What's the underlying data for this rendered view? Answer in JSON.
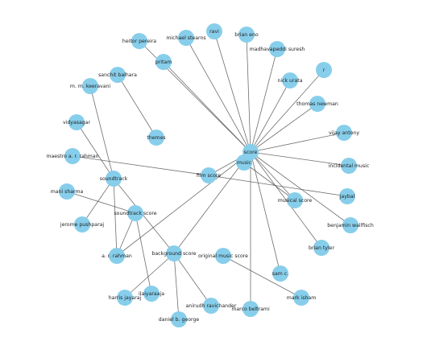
{
  "nodes": [
    {
      "id": "heitor_pereira",
      "label": "heitor pereira"
    },
    {
      "id": "michael_stearns",
      "label": "michael stearns"
    },
    {
      "id": "ravi",
      "label": "ravi"
    },
    {
      "id": "brian_eno",
      "label": "brian eno"
    },
    {
      "id": "madhavapeddi_suresh",
      "label": "madhavapeddi suresh"
    },
    {
      "id": "pritam",
      "label": "pritam"
    },
    {
      "id": "sanchit_balhara",
      "label": "sanchit balhara"
    },
    {
      "id": "nick_urata",
      "label": "nick urata"
    },
    {
      "id": "r",
      "label": "r"
    },
    {
      "id": "m_m_keeravani",
      "label": "m. m. keeravani"
    },
    {
      "id": "thomas_newman",
      "label": "thomas newman"
    },
    {
      "id": "vidyasagar",
      "label": "vidyasagar"
    },
    {
      "id": "themes",
      "label": "themes"
    },
    {
      "id": "vijay_antony",
      "label": "vijay antony"
    },
    {
      "id": "maestro_ar_rahman",
      "label": "maestro a. r. rahman"
    },
    {
      "id": "score",
      "label": "score"
    },
    {
      "id": "music",
      "label": "music"
    },
    {
      "id": "incidental_music",
      "label": "incidental music"
    },
    {
      "id": "soundtrack",
      "label": "soundtrack"
    },
    {
      "id": "film_score",
      "label": "film score"
    },
    {
      "id": "mani_sharma",
      "label": "mani sharma"
    },
    {
      "id": "jaybal",
      "label": "jaybal"
    },
    {
      "id": "musical_score",
      "label": "musical score"
    },
    {
      "id": "soundtrack_score",
      "label": "soundtrack score"
    },
    {
      "id": "benjamin_wallfisch",
      "label": "benjamin wallfisch"
    },
    {
      "id": "jerome_pushparaj",
      "label": "jerome pushparaj"
    },
    {
      "id": "brian_tyler",
      "label": "brian tyler"
    },
    {
      "id": "ar_rahman",
      "label": "a. r. rahman"
    },
    {
      "id": "background_score",
      "label": "background score"
    },
    {
      "id": "original_music_score",
      "label": "original music score"
    },
    {
      "id": "sam_c",
      "label": "sam c."
    },
    {
      "id": "harris_jayaraj",
      "label": "harris jayaraj"
    },
    {
      "id": "ilaiyaraaja",
      "label": "ilaiyaraaja"
    },
    {
      "id": "anirudh_ravichander",
      "label": "anirudh ravichander"
    },
    {
      "id": "mark_isham",
      "label": "mark isham"
    },
    {
      "id": "marco_beltrami",
      "label": "marco beltrami"
    },
    {
      "id": "daniel_b_george",
      "label": "daniel b. george"
    }
  ],
  "edges": [
    [
      "score",
      "heitor_pereira"
    ],
    [
      "score",
      "michael_stearns"
    ],
    [
      "score",
      "ravi"
    ],
    [
      "score",
      "brian_eno"
    ],
    [
      "score",
      "madhavapeddi_suresh"
    ],
    [
      "score",
      "pritam"
    ],
    [
      "score",
      "nick_urata"
    ],
    [
      "score",
      "r"
    ],
    [
      "score",
      "thomas_newman"
    ],
    [
      "score",
      "vijay_antony"
    ],
    [
      "score",
      "incidental_music"
    ],
    [
      "score",
      "musical_score"
    ],
    [
      "score",
      "benjamin_wallfisch"
    ],
    [
      "score",
      "brian_tyler"
    ],
    [
      "score",
      "sam_c"
    ],
    [
      "score",
      "marco_beltrami"
    ],
    [
      "score",
      "film_score"
    ],
    [
      "score",
      "ar_rahman"
    ],
    [
      "score",
      "background_score"
    ],
    [
      "music",
      "musical_score"
    ],
    [
      "film_score",
      "maestro_ar_rahman"
    ],
    [
      "film_score",
      "jaybal"
    ],
    [
      "sanchit_balhara",
      "themes"
    ],
    [
      "m_m_keeravani",
      "soundtrack"
    ],
    [
      "vidyasagar",
      "soundtrack"
    ],
    [
      "soundtrack",
      "jerome_pushparaj"
    ],
    [
      "soundtrack",
      "ar_rahman"
    ],
    [
      "soundtrack",
      "background_score"
    ],
    [
      "mani_sharma",
      "soundtrack_score"
    ],
    [
      "soundtrack_score",
      "ar_rahman"
    ],
    [
      "soundtrack_score",
      "ilaiyaraaja"
    ],
    [
      "background_score",
      "harris_jayaraj"
    ],
    [
      "background_score",
      "daniel_b_george"
    ],
    [
      "background_score",
      "anirudh_ravichander"
    ],
    [
      "original_music_score",
      "mark_isham"
    ]
  ]
}
